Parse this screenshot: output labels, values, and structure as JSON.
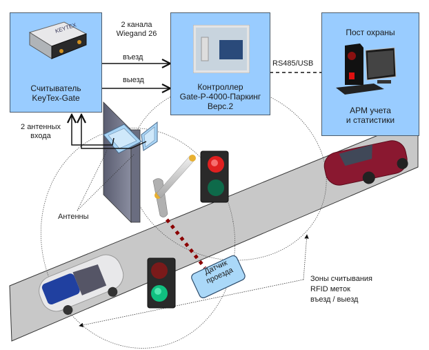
{
  "diagram": {
    "title": "RFID parking access control scheme",
    "nodes": {
      "reader": {
        "line1": "Считыватель",
        "line2": "KeyTex-Gate",
        "device_label": "KEYTEX"
      },
      "controller": {
        "line1": "Контроллер",
        "line2": "Gate-P-4000-Паркинг",
        "line3": "Верс.2"
      },
      "guard_post": {
        "title": "Пост охраны",
        "line1": "АРМ учета",
        "line2": "и статистики"
      }
    },
    "connections": {
      "wiegand_line1": "2 канала",
      "wiegand_line2": "Wiegand 26",
      "entry_label": "въезд",
      "exit_label": "выезд",
      "rs485_label": "RS485/USB"
    },
    "labels": {
      "antenna_inputs_line1": "2 антенных",
      "antenna_inputs_line2": "входа",
      "antennas": "Антенны",
      "sensor_line1": "Датчик",
      "sensor_line2": "проезда",
      "zones_line1": "Зоны считывания",
      "zones_line2": "RFID меток",
      "zones_line3": "въезд / выезд"
    },
    "colors": {
      "box_fill": "#99ccff",
      "road": "#c8c8c8",
      "sensor_beam": "#8b0000",
      "light_red": "#e02020",
      "light_green": "#10a070",
      "car_red": "#8a1830",
      "car_white": "#e8e8ea"
    }
  }
}
